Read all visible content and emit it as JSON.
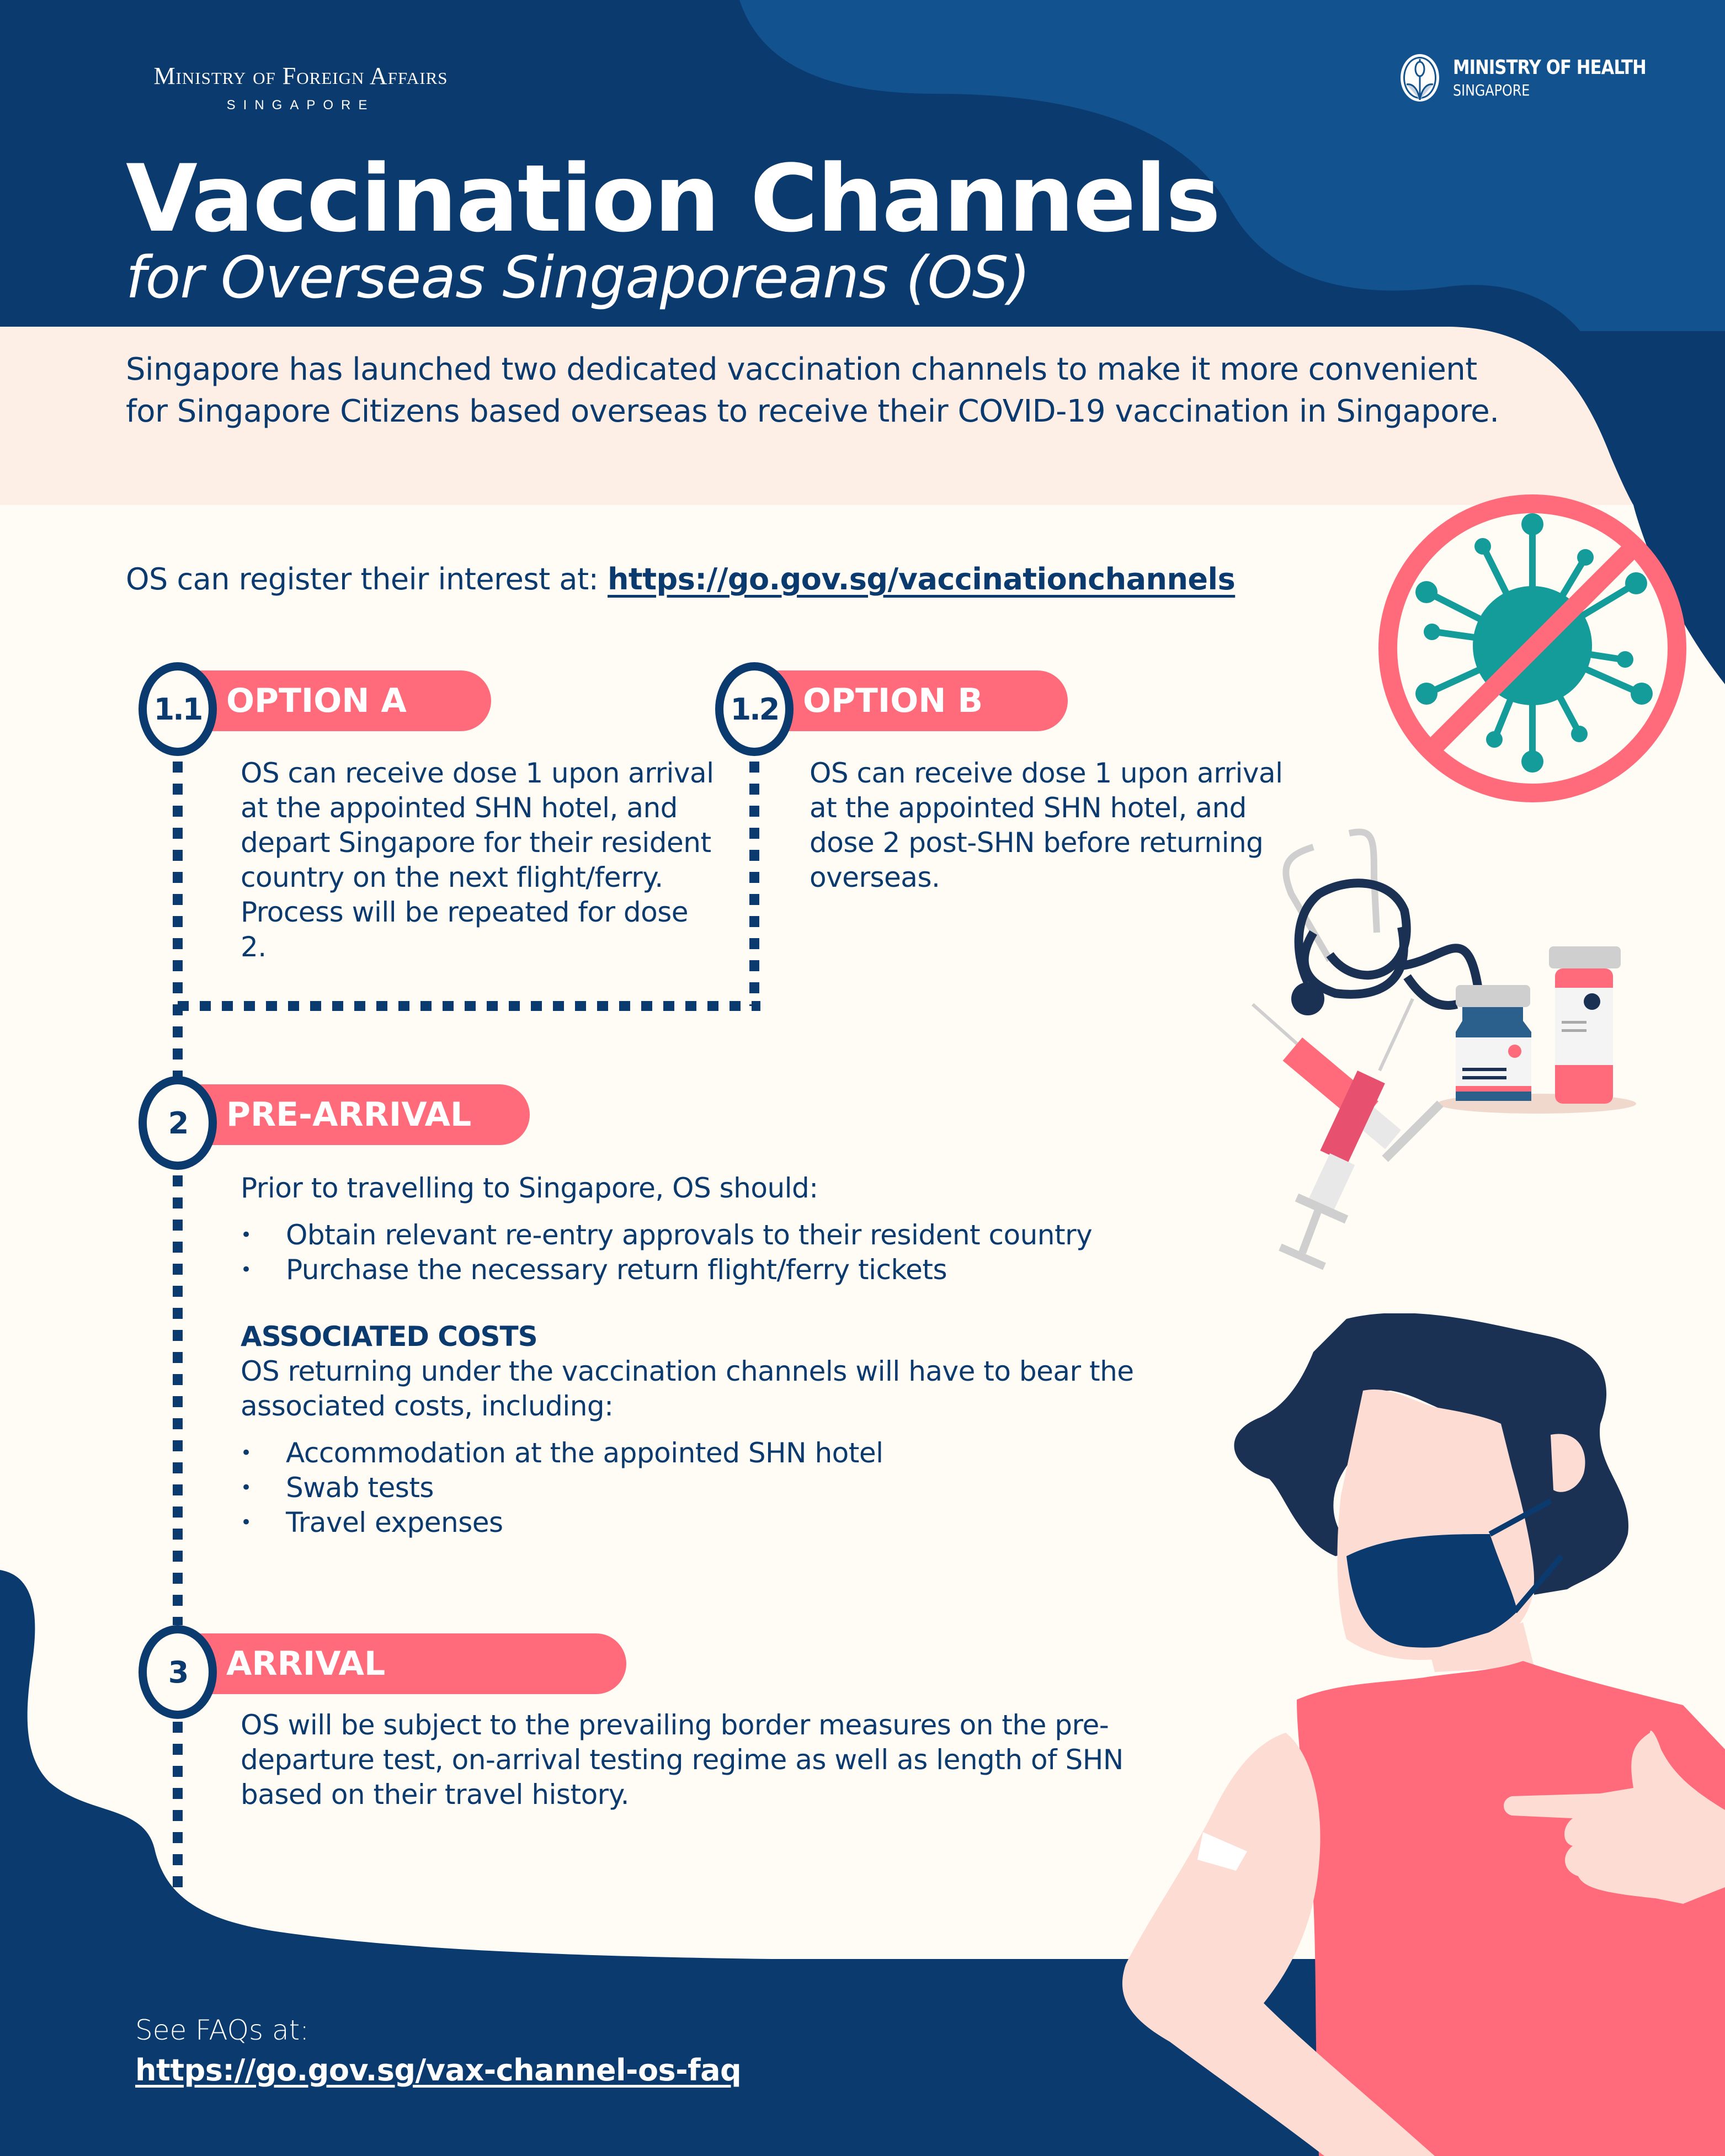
{
  "header": {
    "mfa_logo": {
      "line1": "Ministry of Foreign Affairs",
      "line2": "SINGAPORE"
    },
    "moh_logo": {
      "line1": "MINISTRY OF HEALTH",
      "line2": "SINGAPORE",
      "icon": "moh-crest-icon"
    },
    "title": "Vaccination Channels",
    "subtitle": "for Overseas Singaporeans (OS)"
  },
  "intro": "Singapore has launched two dedicated vaccination channels to make it more convenient for Singapore Citizens based overseas to receive their COVID-19 vaccination in Singapore.",
  "register": {
    "label": "OS can register their interest at: ",
    "link": "https://go.gov.sg/vaccinationchannels"
  },
  "steps": {
    "option_a": {
      "number": "1.1",
      "title": "OPTION A",
      "text": "OS can receive dose 1 upon arrival at the appointed SHN hotel, and depart Singapore for their resident country on the next flight/ferry. Process will be repeated for dose 2."
    },
    "option_b": {
      "number": "1.2",
      "title": "OPTION B",
      "text": "OS can receive dose 1 upon arrival at the appointed SHN hotel, and dose 2 post-SHN before returning overseas."
    },
    "pre_arrival": {
      "number": "2",
      "title": "PRE-ARRIVAL",
      "intro": "Prior to travelling to Singapore, OS should:",
      "bullets": [
        "Obtain relevant re-entry approvals to their resident country",
        "Purchase the necessary return flight/ferry tickets"
      ],
      "costs_heading": "ASSOCIATED COSTS",
      "costs_intro": "OS returning under the vaccination channels will have to bear the associated costs, including:",
      "costs_bullets": [
        "Accommodation at the appointed SHN hotel",
        "Swab tests",
        "Travel expenses"
      ]
    },
    "arrival": {
      "number": "3",
      "title": "ARRIVAL",
      "text": "OS will be subject to the prevailing border measures on the pre-departure test, on-arrival testing regime as well as length of SHN based on their travel history."
    }
  },
  "footer": {
    "label": "See FAQs at:",
    "link": "https://go.gov.sg/vax-channel-os-faq"
  },
  "illustrations": [
    "no-virus-icon",
    "stethoscope-icon",
    "syringe-icon",
    "medicine-bottle-icon",
    "test-tube-icon",
    "masked-person-illustration"
  ],
  "colors": {
    "navy": "#0b3a6e",
    "blue": "#11528f",
    "cream": "#fffcf5",
    "peach": "#fdefe6",
    "coral": "#ff6b7a",
    "teal": "#149c9a"
  }
}
